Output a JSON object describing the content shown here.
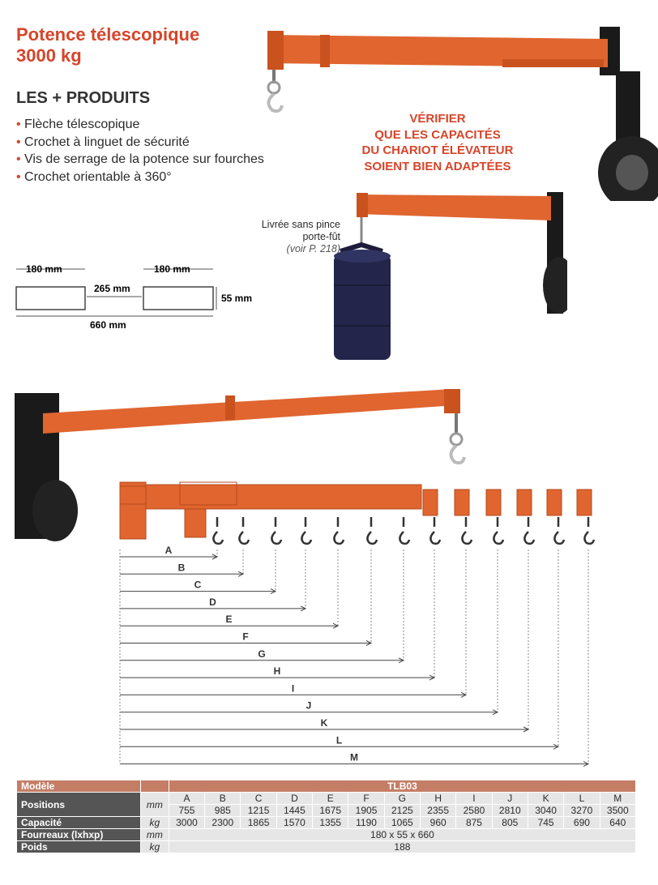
{
  "title_line1": "Potence télescopique",
  "title_line2": "3000 kg",
  "subtitle": "LES + PRODUITS",
  "features": [
    "Flèche télescopique",
    "Crochet à linguet de sécurité",
    "Vis de serrage de la potence sur fourches",
    "Crochet orientable à 360°"
  ],
  "warning": [
    "VÉRIFIER",
    "QUE LES CAPACITÉS",
    "DU CHARIOT ÉLÉVATEUR",
    "SOIENT BIEN ADAPTÉES"
  ],
  "note": {
    "line1": "Livrée sans pince",
    "line2": "porte-fût",
    "ref": "(voir P. 218)"
  },
  "fork_dims": {
    "w1": "180 mm",
    "w2": "180 mm",
    "gap": "265 mm",
    "h": "55 mm",
    "total": "660 mm"
  },
  "positions_letters": [
    "A",
    "B",
    "C",
    "D",
    "E",
    "F",
    "G",
    "H",
    "I",
    "J",
    "K",
    "L",
    "M"
  ],
  "table": {
    "model_label": "Modèle",
    "model_value": "TLB03",
    "positions_label": "Positions",
    "positions_unit": "mm",
    "positions_values": [
      "755",
      "985",
      "1215",
      "1445",
      "1675",
      "1905",
      "2125",
      "2355",
      "2580",
      "2810",
      "3040",
      "3270",
      "3500"
    ],
    "capacity_label": "Capacité",
    "capacity_unit": "kg",
    "capacity_values": [
      "3000",
      "2300",
      "1865",
      "1570",
      "1355",
      "1190",
      "1065",
      "960",
      "875",
      "805",
      "745",
      "690",
      "640"
    ],
    "sleeves_label": "Fourreaux (lxhxp)",
    "sleeves_unit": "mm",
    "sleeves_value": "180 x 55 x 660",
    "weight_label": "Poids",
    "weight_unit": "kg",
    "weight_value": "188"
  },
  "colors": {
    "accent": "#d6452a",
    "beam": "#e0652f",
    "header": "#c47e66"
  }
}
